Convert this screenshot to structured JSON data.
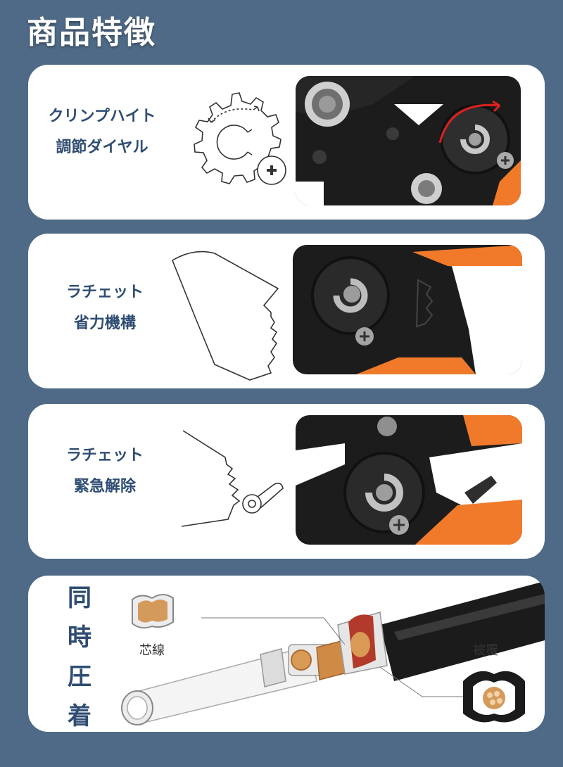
{
  "page": {
    "title": "商品特徴"
  },
  "features": [
    {
      "line1": "クリンプハイト",
      "line2": "調節ダイヤル"
    },
    {
      "line1": "ラチェット",
      "line2": "省力機構"
    },
    {
      "line1": "ラチェット",
      "line2": "緊急解除"
    }
  ],
  "crimp_card": {
    "vertical_text": [
      "同",
      "時",
      "圧",
      "着"
    ],
    "core_label": "芯線",
    "cover_label": "被覆"
  },
  "colors": {
    "background": "#4f6a86",
    "card": "#ffffff",
    "label_text": "#2f4d73",
    "tool_black": "#1c1c1c",
    "handle_orange": "#f07a2a"
  }
}
